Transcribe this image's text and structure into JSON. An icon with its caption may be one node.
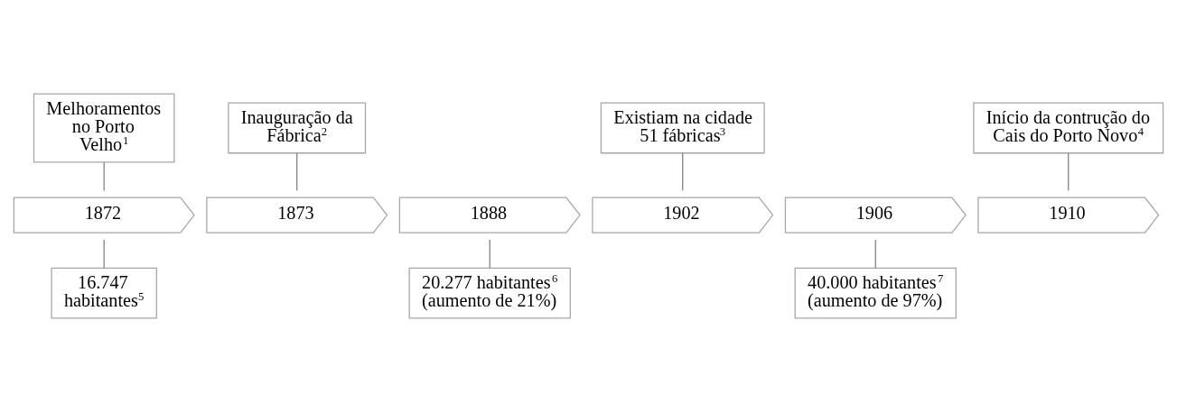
{
  "diagram": {
    "nodes": [
      {
        "text": [
          "Melhoramentos no Porto Velho$^{1}$"
        ]
      },
      {
        "text": [
          "Inauguração da Fábrica$^{2}$"
        ]
      },
      {
        "text": [
          "Existiam na cidade 51 fábricas$^{3}$"
        ]
      },
      {
        "text": [
          "Início da contrução do Cais do Porto Novo$^{4}$"
        ]
      },
      {
        "text": [
          "1872"
        ]
      },
      {
        "text": [
          "1873"
        ]
      },
      {
        "text": [
          "1888"
        ]
      },
      {
        "text": [
          "1902"
        ]
      },
      {
        "text": [
          "1906"
        ]
      },
      {
        "text": [
          "1910"
        ]
      },
      {
        "text": [
          "16.747 habitantes$^{5}$"
        ]
      },
      {
        "text": [
          "20.277 habitantes$^{6}$ (aumento de 21%)"
        ]
      },
      {
        "text": [
          "40.000 habitantes$^{7}$ (aumento de 97%)"
        ]
      }
    ],
    "edges": [
      {
        "from": 0,
        "to": 4,
        "arrow": "none"
      },
      {
        "from": 1,
        "to": 5,
        "arrow": "none"
      },
      {
        "from": 2,
        "to": 7,
        "arrow": "none"
      },
      {
        "from": 3,
        "to": 9,
        "arrow": "none"
      },
      {
        "from": 4,
        "to": 10,
        "arrow": "none"
      },
      {
        "from": 6,
        "to": 11,
        "arrow": "none"
      },
      {
        "from": 8,
        "to": 12,
        "arrow": "none"
      }
    ]
  }
}
